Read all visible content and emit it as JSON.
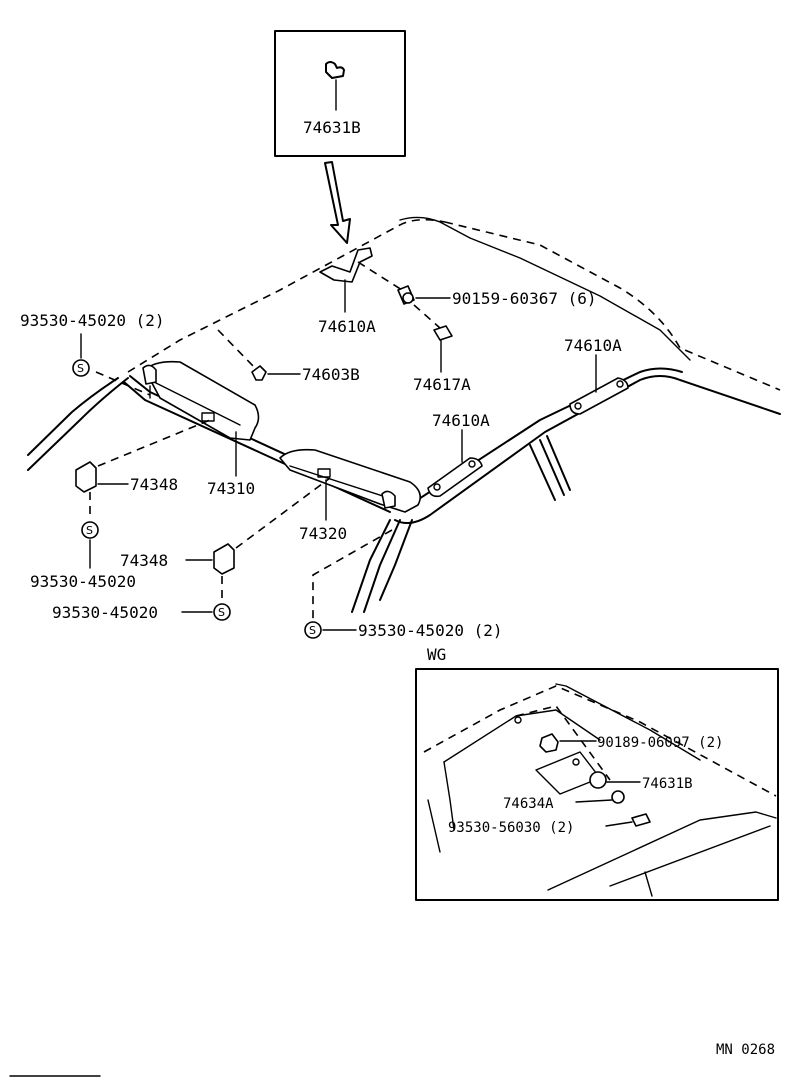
{
  "labels": {
    "p74631b_top": "74631B",
    "p93530_45020_2_left": "93530-45020 (2)",
    "p74610a_1": "74610A",
    "p90159_60367": "90159-60367 (6)",
    "p74603b": "74603B",
    "p74617a": "74617A",
    "p74610a_2": "74610A",
    "p74610a_3": "74610A",
    "p74348_1": "74348",
    "p74310": "74310",
    "p93530_45020_a": "93530-45020",
    "p74348_2": "74348",
    "p74320": "74320",
    "p93530_45020_b": "93530-45020",
    "p93530_45020_2_bottom": "93530-45020 (2)",
    "wg_title": "WG",
    "p90189_06097": "90189-06097 (2)",
    "p74631b_wg": "74631B",
    "p74634a": "74634A",
    "p93530_56030": "93530-56030 (2)",
    "footer_code": "MN  0268",
    "screw_symbol": "S"
  }
}
